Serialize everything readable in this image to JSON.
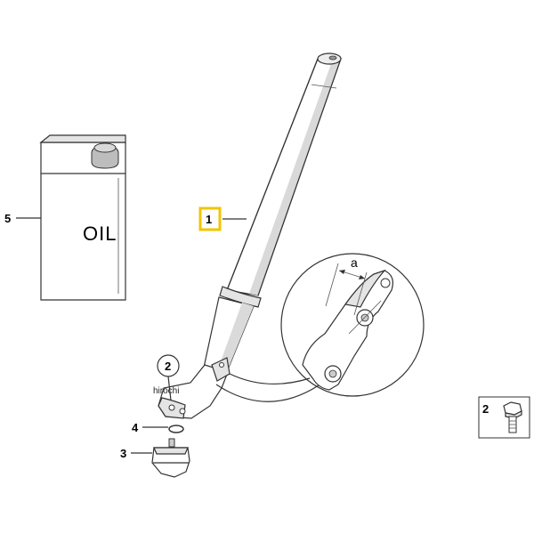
{
  "callouts": {
    "fork_tube": "1",
    "bolt_circle": "2",
    "bolt_box": "2",
    "bushing": "3",
    "o_ring": "4",
    "oil": "5"
  },
  "oil_label": "OIL",
  "dimension_label": "a",
  "watermark": "hirochi",
  "colors": {
    "highlight": "#f2c500",
    "line": "#333333"
  }
}
